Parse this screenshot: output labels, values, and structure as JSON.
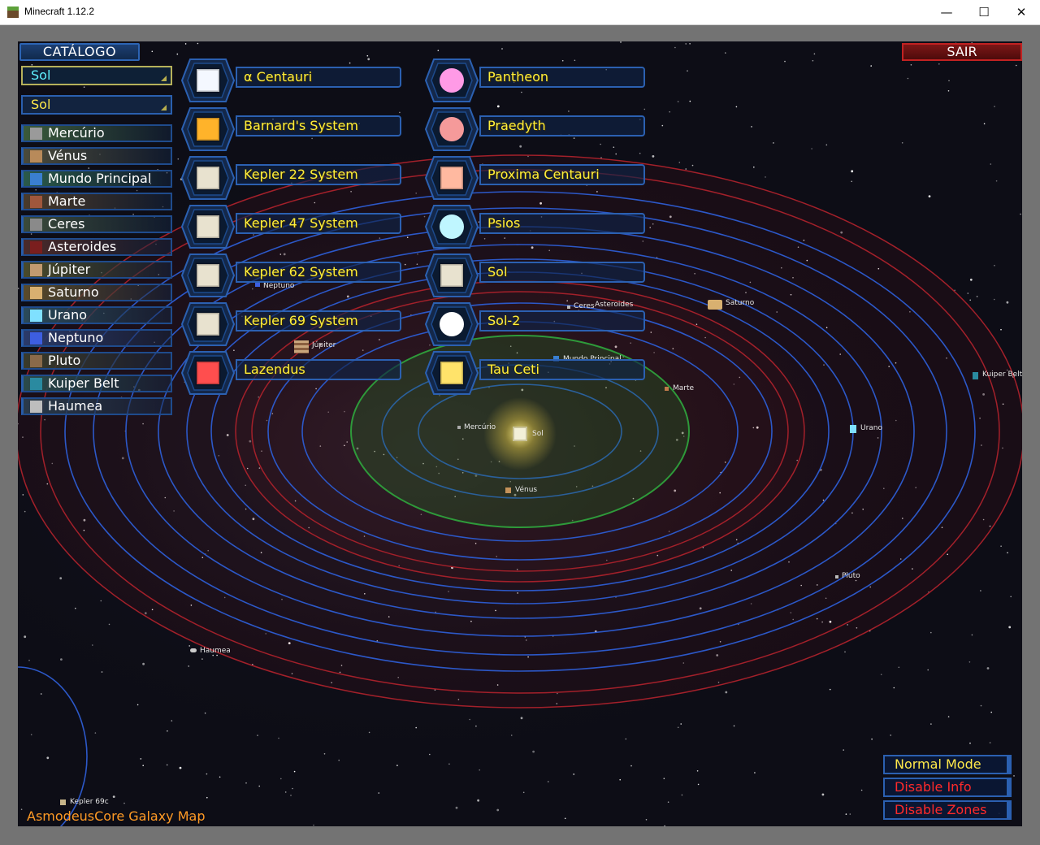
{
  "window": {
    "title": "Minecraft 1.12.2",
    "minimize": "—",
    "maximize": "☐",
    "close": "✕"
  },
  "header": {
    "catalog": "CATÁLOGO",
    "exit": "SAIR"
  },
  "selectors": {
    "galaxy": "Sol",
    "system": "Sol"
  },
  "planets": [
    {
      "label": "Mercúrio",
      "color": "#9a9a9a"
    },
    {
      "label": "Vénus",
      "color": "#b88a5a"
    },
    {
      "label": "Mundo Principal",
      "color": "#3a7fd0"
    },
    {
      "label": "Marte",
      "color": "#a0573c"
    },
    {
      "label": "Ceres",
      "color": "#8a8a8a"
    },
    {
      "label": "Asteroides",
      "color": "#7a1e1e"
    },
    {
      "label": "Júpiter",
      "color": "#c29a70"
    },
    {
      "label": "Saturno",
      "color": "#d8b070"
    },
    {
      "label": "Urano",
      "color": "#7fe0ff"
    },
    {
      "label": "Neptuno",
      "color": "#3d5ee0"
    },
    {
      "label": "Pluto",
      "color": "#8a6a4a"
    },
    {
      "label": "Kuiper Belt",
      "color": "#2a8aa0"
    },
    {
      "label": "Haumea",
      "color": "#bdbdbd"
    }
  ],
  "systems_left": [
    {
      "label": "α Centauri",
      "star": "#f4f8ff",
      "shape": "square"
    },
    {
      "label": "Barnard's System",
      "star": "#ffb32a",
      "shape": "square"
    },
    {
      "label": "Kepler 22 System",
      "star": "#e8e2cf",
      "shape": "square"
    },
    {
      "label": "Kepler 47 System",
      "star": "#e8e2cf",
      "shape": "square"
    },
    {
      "label": "Kepler 62 System",
      "star": "#e8e2cf",
      "shape": "square"
    },
    {
      "label": "Kepler 69 System",
      "star": "#e8e2cf",
      "shape": "square"
    },
    {
      "label": "Lazendus",
      "star": "#ff4e4e",
      "shape": "square"
    }
  ],
  "systems_right": [
    {
      "label": "Pantheon",
      "star": "#ff9ae6",
      "shape": "circle"
    },
    {
      "label": "Praedyth",
      "star": "#f59a9a",
      "shape": "circle"
    },
    {
      "label": "Proxima Centauri",
      "star": "#ffb9a0",
      "shape": "square"
    },
    {
      "label": "Psios",
      "star": "#bff6ff",
      "shape": "circle"
    },
    {
      "label": "Sol",
      "star": "#e8e2cf",
      "shape": "square"
    },
    {
      "label": "Sol-2",
      "star": "#ffffff",
      "shape": "circle"
    },
    {
      "label": "Tau Ceti",
      "star": "#ffe36a",
      "shape": "square"
    }
  ],
  "map_labels": {
    "sol": "Sol",
    "mercurio": "Mercúrio",
    "venus": "Vénus",
    "mundo": "Mundo Principal",
    "marte": "Marte",
    "ceres": "Ceres",
    "asteroides": "Asteroides",
    "jupiter": "Júpiter",
    "saturno": "Saturno",
    "urano": "Urano",
    "neptuno": "Neptuno",
    "pluto": "Pluto",
    "kuiper": "Kuiper Belt",
    "haumea": "Haumea",
    "kepler69c": "Kepler 69c"
  },
  "toggles": {
    "normal": "Normal Mode",
    "info": "Disable Info",
    "zones": "Disable Zones",
    "normal_color": "#ffe94a",
    "off_color": "#ff2a2a"
  },
  "footer": "AsmodeusCore Galaxy Map"
}
